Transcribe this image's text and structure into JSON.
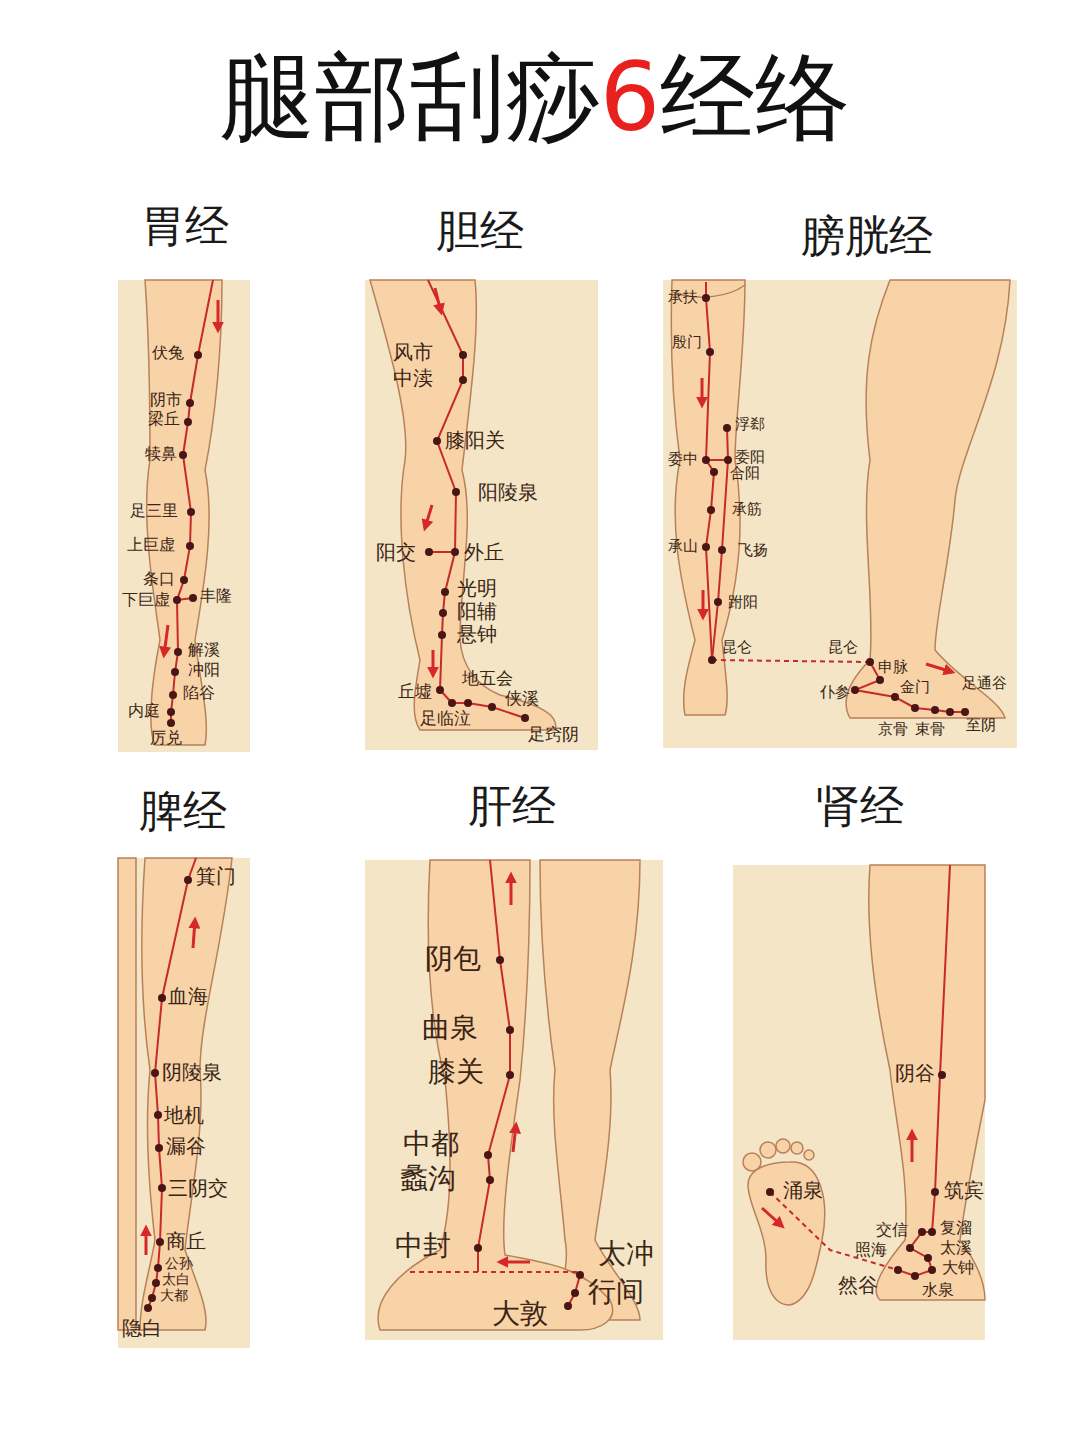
{
  "diagram": {
    "title": "腿部刮痧6经络",
    "nodes": [
      {
        "text": [
          "胃经"
        ]
      },
      {
        "text": [
          "胆经"
        ]
      },
      {
        "text": [
          "膀胱经"
        ]
      },
      {
        "text": [
          "脾经"
        ]
      },
      {
        "text": [
          "肝经"
        ]
      },
      {
        "text": [
          "肾经"
        ]
      }
    ],
    "labels": [
      "伏兔",
      "阴市",
      "梁丘",
      "犊鼻",
      "足三里",
      "上巨虚",
      "条口",
      "下巨虚",
      "丰隆",
      "解溪",
      "冲阳",
      "陷谷",
      "内庭",
      "厉兑",
      "风市",
      "中渎",
      "膝阳关",
      "阳陵泉",
      "阳交",
      "外丘",
      "光明",
      "阳辅",
      "悬钟",
      "丘墟",
      "地五会",
      "侠溪",
      "足临泣",
      "足窍阴",
      "承扶",
      "殷门",
      "浮郄",
      "委中",
      "委阳",
      "合阳",
      "承筋",
      "承山",
      "飞扬",
      "跗阳",
      "昆仑",
      "昆仑",
      "申脉",
      "金门",
      "仆参",
      "足通谷",
      "京骨",
      "束骨",
      "至阴",
      "箕门",
      "血海",
      "阴陵泉",
      "地机",
      "漏谷",
      "三阴交",
      "商丘",
      "公孙",
      "太白",
      "大都",
      "隐白",
      "阴包",
      "曲泉",
      "膝关",
      "中都",
      "蠡沟",
      "中封",
      "太冲",
      "行间",
      "大敦",
      "涌泉",
      "阴谷",
      "筑宾",
      "交信",
      "复溜",
      "照海",
      "太溪",
      "大钟",
      "然谷",
      "水泉"
    ]
  }
}
